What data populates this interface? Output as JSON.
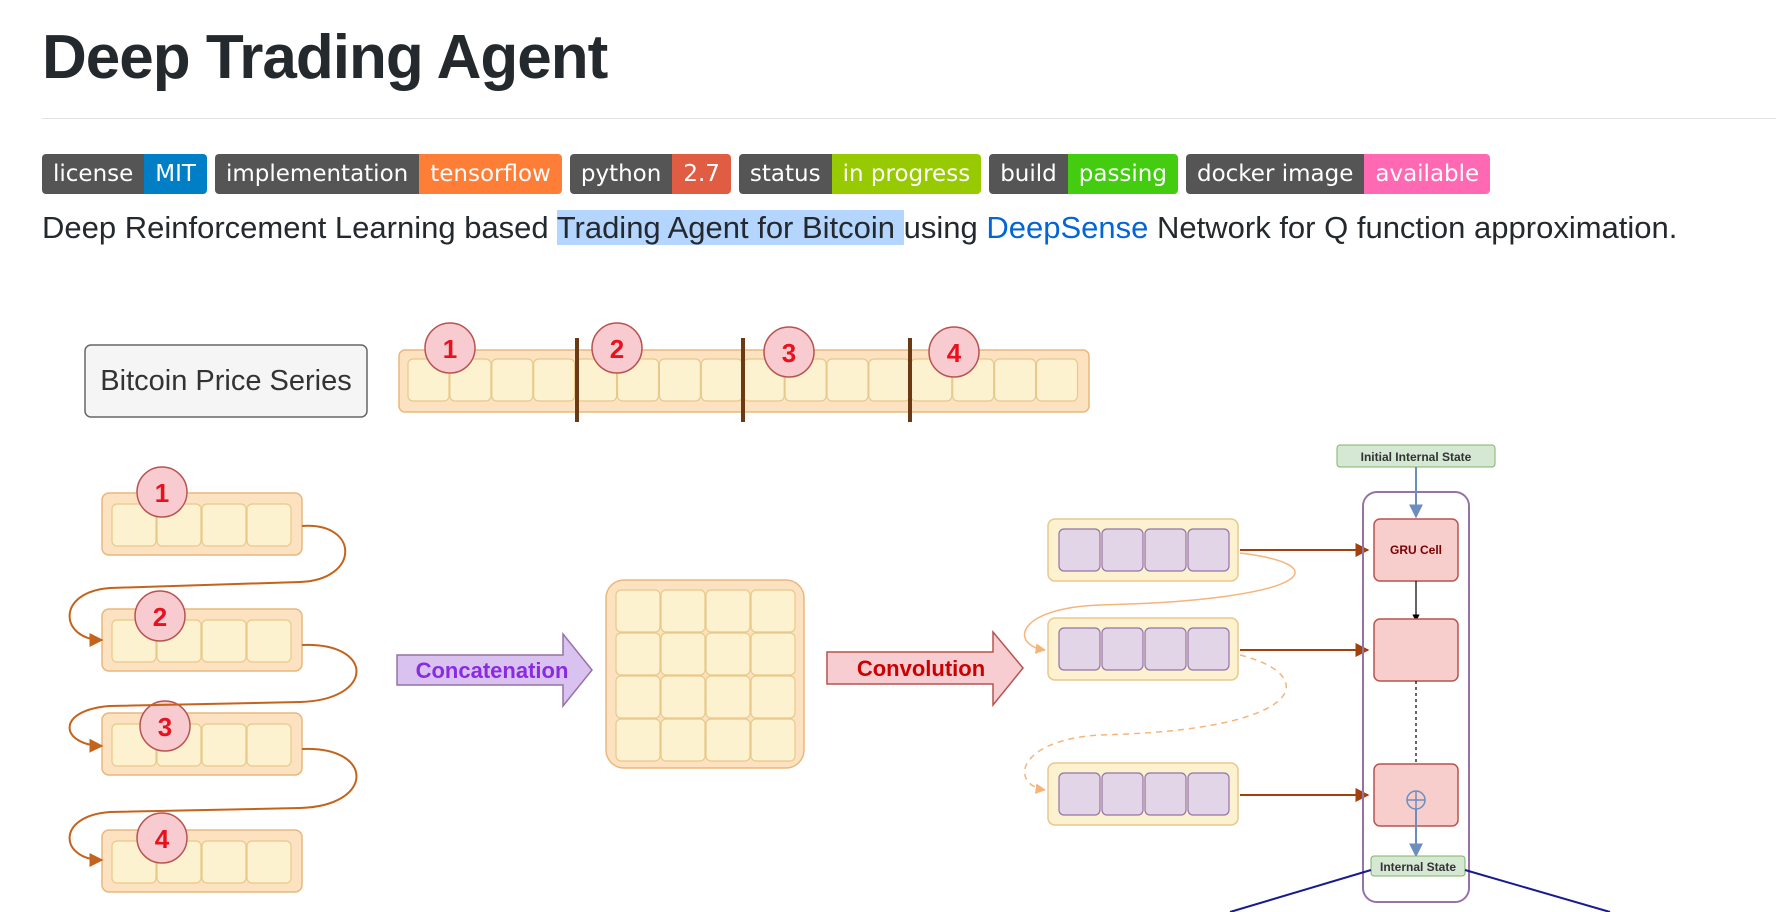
{
  "page": {
    "title": "Deep Trading Agent"
  },
  "badges": [
    {
      "label": "license",
      "value": "MIT",
      "color": "#007ec6"
    },
    {
      "label": "implementation",
      "value": "tensorflow",
      "color": "#fe7d37"
    },
    {
      "label": "python",
      "value": "2.7",
      "color": "#e05d44"
    },
    {
      "label": "status",
      "value": "in progress",
      "color": "#97ca00"
    },
    {
      "label": "build",
      "value": "passing",
      "color": "#4c1"
    },
    {
      "label": "docker image",
      "value": "available",
      "color": "#ff69b4"
    }
  ],
  "description": {
    "part1": "Deep Reinforcement Learning based ",
    "highlight": "Trading Agent for Bitcoin ",
    "part2": "using ",
    "link": "DeepSense",
    "part3": " Network for Q function approximation."
  },
  "diagram": {
    "price_series_label": "Bitcoin Price Series",
    "segment_numbers": [
      "1",
      "2",
      "3",
      "4"
    ],
    "concatenation_label": "Concatenation",
    "convolution_label": "Convolution",
    "initial_state_label": "Initial Internal State",
    "gru_label": "GRU Cell",
    "internal_state_label": "Internal State",
    "colors": {
      "cell_fill": "#fdf2cf",
      "cell_border": "#e9c98b",
      "segment_fill": "#fde2c2",
      "circle_fill": "#f8cbd0",
      "circle_text": "#e8111d",
      "arrow_concat": "#d9c2f0",
      "arrow_conv": "#f8cdd1",
      "purple_cell": "#e1d5e7",
      "gru_fill": "#f8cecc",
      "green_label": "#d5e8d4",
      "link_blue": "#0366d6"
    }
  }
}
